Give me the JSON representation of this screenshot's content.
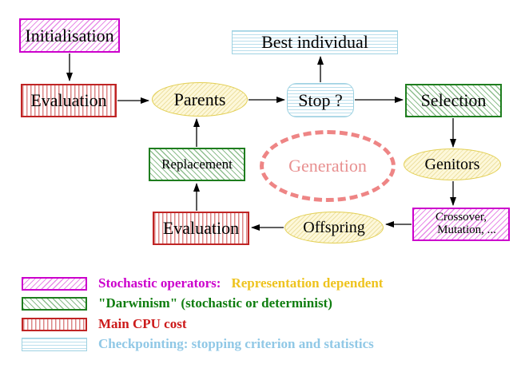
{
  "diagram": {
    "title": "evolutionary-algorithm-generation-loop",
    "nodes": {
      "initialisation": {
        "label": "Initialisation"
      },
      "evaluation_top": {
        "label": "Evaluation"
      },
      "parents": {
        "label": "Parents"
      },
      "best_individual": {
        "label": "Best individual"
      },
      "stop": {
        "label": "Stop ?"
      },
      "selection": {
        "label": "Selection"
      },
      "replacement": {
        "label": "Replacement"
      },
      "generation": {
        "label": "Generation"
      },
      "genitors": {
        "label": "Genitors"
      },
      "crossover_mutation": {
        "label_line1": "Crossover,",
        "label_line2": "Mutation, ..."
      },
      "offspring": {
        "label": "Offspring"
      },
      "evaluation_bottom": {
        "label": "Evaluation"
      }
    },
    "legend": {
      "items": [
        {
          "swatch": "magenta-diagonal-hatch",
          "label": "Stochastic operators:",
          "label2": "Representation dependent"
        },
        {
          "swatch": "green-diagonal-hatch",
          "label": "\"Darwinism\" (stochastic or determinist)",
          "label2": ""
        },
        {
          "swatch": "red-vertical-hatch",
          "label": "Main CPU cost",
          "label2": ""
        },
        {
          "swatch": "cyan-horizontal-hatch",
          "label": "Checkpointing: stopping criterion and statistics",
          "label2": ""
        }
      ]
    }
  },
  "colors": {
    "magenta": "#cc00cc",
    "magenta-line": "rgba(204,0,204,0.45)",
    "green": "#1e7d1e",
    "green-line": "rgba(30,125,30,0.5)",
    "green-text": "#0f7d0f",
    "red": "#c02424",
    "red-line": "rgba(192,36,36,0.55)",
    "red-text": "#cc1a1a",
    "cyan": "#9fd2e2",
    "cyan-line": "rgba(130,195,220,0.55)",
    "blue-text": "#90c8e6",
    "yellow-border": "#e3cf52",
    "yellow-line": "rgba(214,190,80,0.4)",
    "yellow-fill": "#fdf8da",
    "gold-text": "#eec31e",
    "salmon": "#ee8585",
    "salmon-text": "#e89090"
  }
}
